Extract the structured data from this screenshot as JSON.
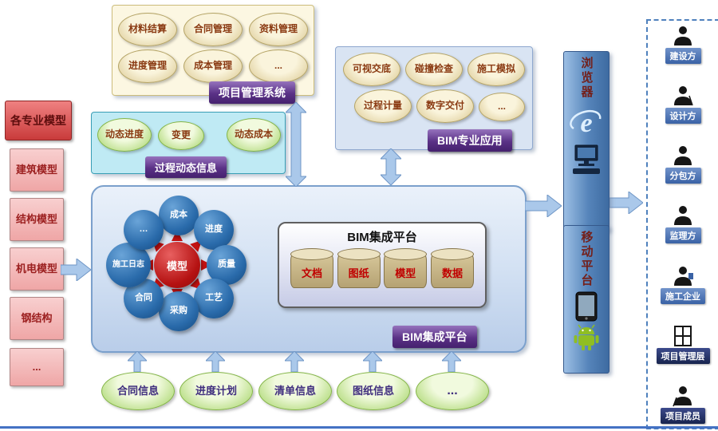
{
  "left_panel": {
    "title": "各专业模型",
    "models": [
      "建筑模型",
      "结构模型",
      "机电模型",
      "钢结构",
      "..."
    ]
  },
  "pm_system": {
    "label": "项目管理系统",
    "items": [
      "材料结算",
      "合同管理",
      "资料管理",
      "进度管理",
      "成本管理",
      "..."
    ]
  },
  "process_info": {
    "label": "过程动态信息",
    "items": [
      "动态进度",
      "变更",
      "动态成本"
    ]
  },
  "bim_apps": {
    "label": "BIM专业应用",
    "items": [
      "可视交底",
      "碰撞检查",
      "施工模拟",
      "过程计量",
      "数字交付",
      "..."
    ]
  },
  "platform": {
    "label": "BIM集成平台",
    "hub": {
      "center": "模型",
      "nodes": [
        "成本",
        "进度",
        "质量",
        "工艺",
        "采购",
        "合同",
        "施工日志",
        "…"
      ]
    },
    "core": {
      "title": "BIM集成平台",
      "cylinders": [
        "文档",
        "图纸",
        "模型",
        "数据"
      ]
    }
  },
  "inputs": [
    "合同信息",
    "进度计划",
    "清单信息",
    "图纸信息",
    "..."
  ],
  "channels": {
    "browser": "浏览器",
    "mobile": "移动平台"
  },
  "stakeholders": [
    "建设方",
    "设计方",
    "分包方",
    "监理方",
    "施工企业",
    "项目管理层",
    "项目成员"
  ]
}
